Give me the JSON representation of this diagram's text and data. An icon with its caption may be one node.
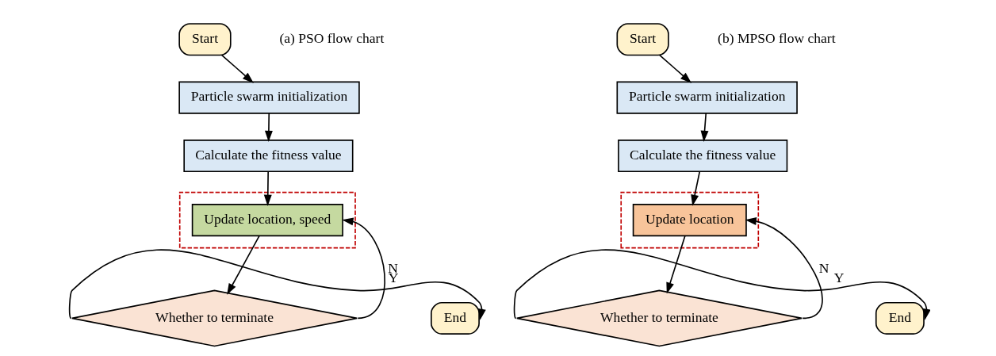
{
  "diagram": {
    "nodes": [
      {
        "text": [
          "Start"
        ]
      },
      {
        "text": [
          "Particle swarm initialization"
        ]
      },
      {
        "text": [
          "Calculate the fitness value"
        ]
      },
      {
        "text": [],
        "shape": "box"
      },
      {
        "text": [
          "Update location, speed"
        ],
        "in": 3
      },
      {
        "text": [
          "Whether to terminate"
        ]
      },
      {
        "text": [
          "End"
        ]
      },
      {
        "text": [
          "Start"
        ]
      },
      {
        "text": [
          "Particle swarm initialization"
        ]
      },
      {
        "text": [
          "Calculate the fitness value"
        ]
      },
      {
        "text": [],
        "shape": "box"
      },
      {
        "text": [
          "Update location"
        ],
        "in": 10
      },
      {
        "text": [
          "Whether to terminate"
        ]
      },
      {
        "text": [
          "End"
        ]
      }
    ],
    "edges": [
      {
        "from": 0,
        "to": 1,
        "arrow": "to"
      },
      {
        "from": 1,
        "to": 2,
        "arrow": "to"
      },
      {
        "from": 2,
        "to": 4,
        "arrow": "to"
      },
      {
        "from": 4,
        "to": 5,
        "arrow": "to"
      },
      {
        "from": 5,
        "to": 6,
        "arrow": "to",
        "label": "Y"
      },
      {
        "from": 5,
        "to": 4,
        "arrow": "to",
        "label": "N"
      },
      {
        "from": 7,
        "to": 8,
        "arrow": "to"
      },
      {
        "from": 8,
        "to": 9,
        "arrow": "to"
      },
      {
        "from": 9,
        "to": 11,
        "arrow": "to"
      },
      {
        "from": 11,
        "to": 12,
        "arrow": "to"
      },
      {
        "from": 12,
        "to": 13,
        "arrow": "to",
        "label": "Y"
      },
      {
        "from": 12,
        "to": 11,
        "arrow": "to",
        "label": "N"
      }
    ],
    "labels": [
      "(a) PSO flow chart",
      "(b) MPSO flow chart"
    ]
  }
}
